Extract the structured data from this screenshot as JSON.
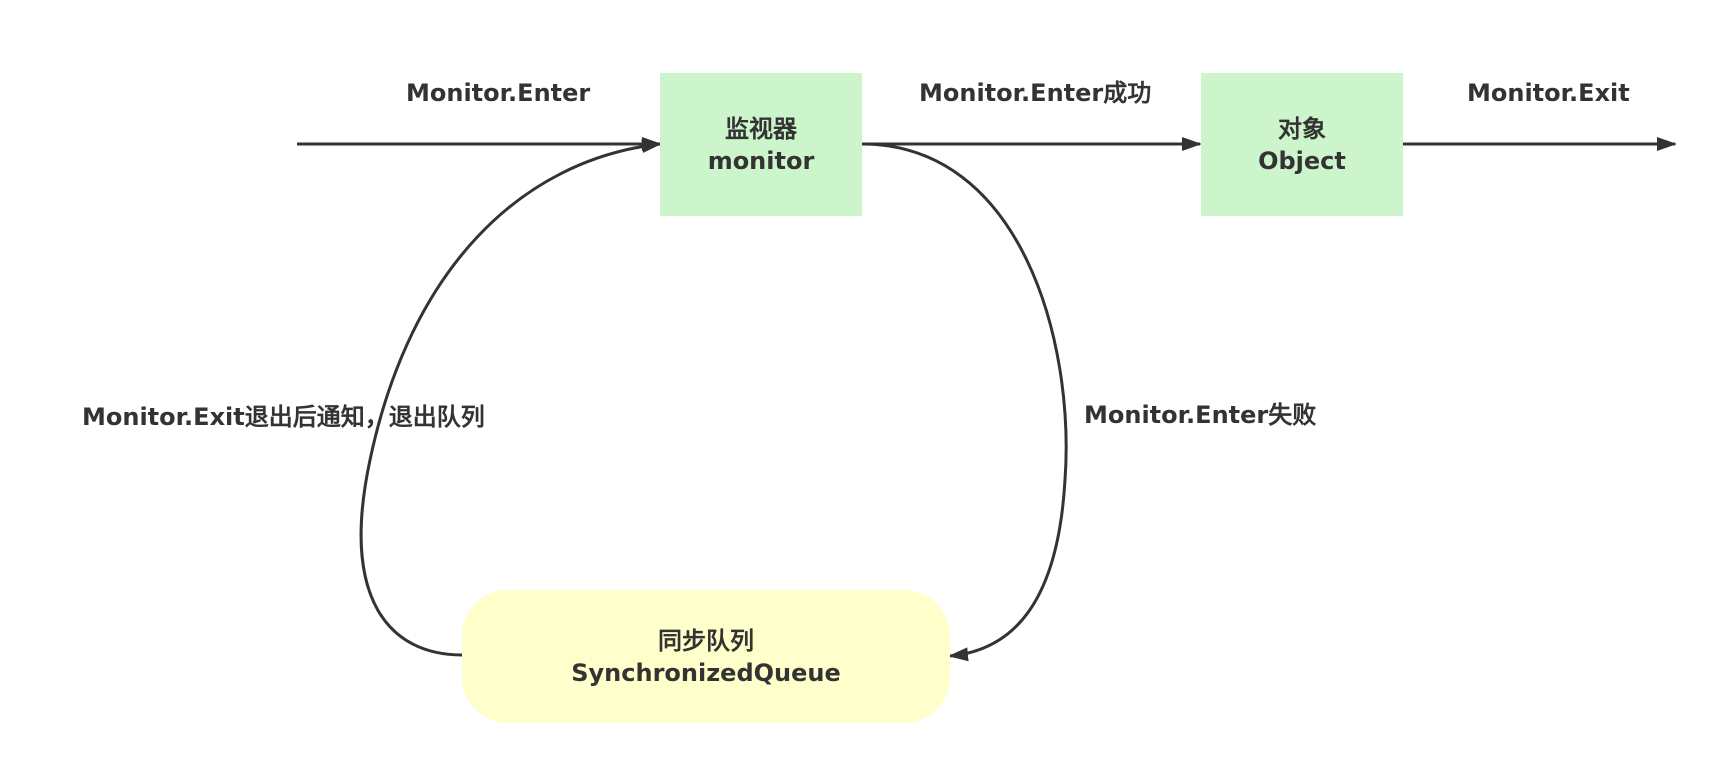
{
  "nodes": {
    "monitor": {
      "line1": "监视器",
      "line2": "monitor"
    },
    "object": {
      "line1": "对象",
      "line2": "Object"
    },
    "queue": {
      "line1": "同步队列",
      "line2": "SynchronizedQueue"
    }
  },
  "edges": {
    "enter": "Monitor.Enter",
    "enter_success": "Monitor.Enter成功",
    "exit": "Monitor.Exit",
    "enter_fail": "Monitor.Enter失败",
    "exit_notify": "Monitor.Exit退出后通知，退出队列"
  },
  "colors": {
    "process_fill": "#ccf5cc",
    "queue_fill": "#ffffcc",
    "line": "#333333",
    "text": "#333333"
  }
}
